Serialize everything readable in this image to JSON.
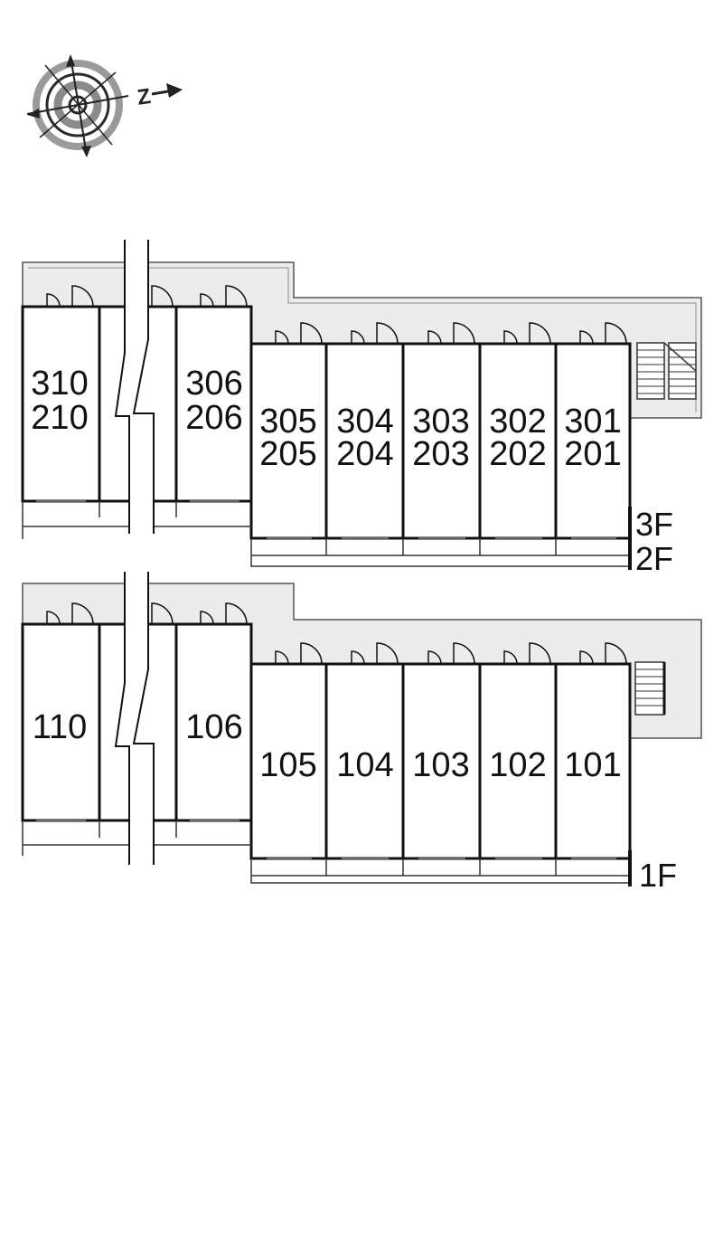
{
  "compass": {
    "north_letter": "N",
    "icon": "compass-icon"
  },
  "upper_block": {
    "floor_labels": [
      "3F",
      "2F"
    ],
    "units": [
      {
        "id": "u310",
        "top": "310",
        "bottom": "210"
      },
      {
        "id": "u306",
        "top": "306",
        "bottom": "206"
      },
      {
        "id": "u305",
        "top": "305",
        "bottom": "205"
      },
      {
        "id": "u304",
        "top": "304",
        "bottom": "204"
      },
      {
        "id": "u303",
        "top": "303",
        "bottom": "203"
      },
      {
        "id": "u302",
        "top": "302",
        "bottom": "202"
      },
      {
        "id": "u301",
        "top": "301",
        "bottom": "201"
      }
    ]
  },
  "lower_block": {
    "floor_labels": [
      "1F"
    ],
    "units": [
      {
        "id": "u110",
        "label": "110"
      },
      {
        "id": "u106",
        "label": "106"
      },
      {
        "id": "u105",
        "label": "105"
      },
      {
        "id": "u104",
        "label": "104"
      },
      {
        "id": "u103",
        "label": "103"
      },
      {
        "id": "u102",
        "label": "102"
      },
      {
        "id": "u101",
        "label": "101"
      }
    ]
  },
  "colors": {
    "corridor": "#ececec",
    "wall": "#111111",
    "thin_line": "#555555"
  }
}
